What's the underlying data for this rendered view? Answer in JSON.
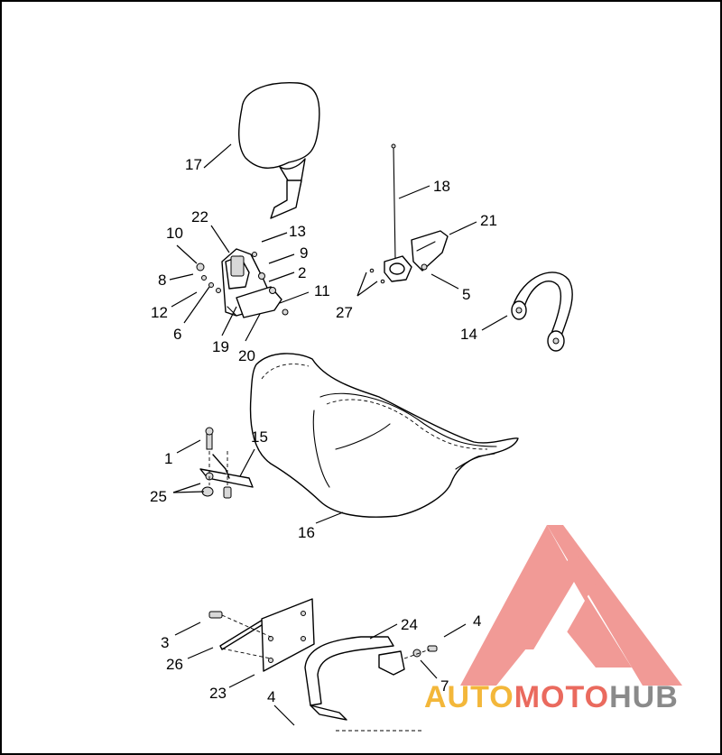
{
  "diagram": {
    "callouts": {
      "c1": "1",
      "c2": "2",
      "c3": "3",
      "c4a": "4",
      "c4b": "4",
      "c5": "5",
      "c6": "6",
      "c7": "7",
      "c8": "8",
      "c9": "9",
      "c10": "10",
      "c11": "11",
      "c12": "12",
      "c13": "13",
      "c14": "14",
      "c15": "15",
      "c16": "16",
      "c17": "17",
      "c18": "18",
      "c19": "19",
      "c20": "20",
      "c21": "21",
      "c22": "22",
      "c23": "23",
      "c24": "24",
      "c25": "25",
      "c26": "26",
      "c27": "27"
    }
  },
  "watermark": {
    "part1": "AUTO",
    "part2": "MOTO",
    "part3": "HUB",
    "color_auto": "#f3b73a",
    "color_moto": "#ea6a5e",
    "color_hub": "#8a8a8a"
  }
}
